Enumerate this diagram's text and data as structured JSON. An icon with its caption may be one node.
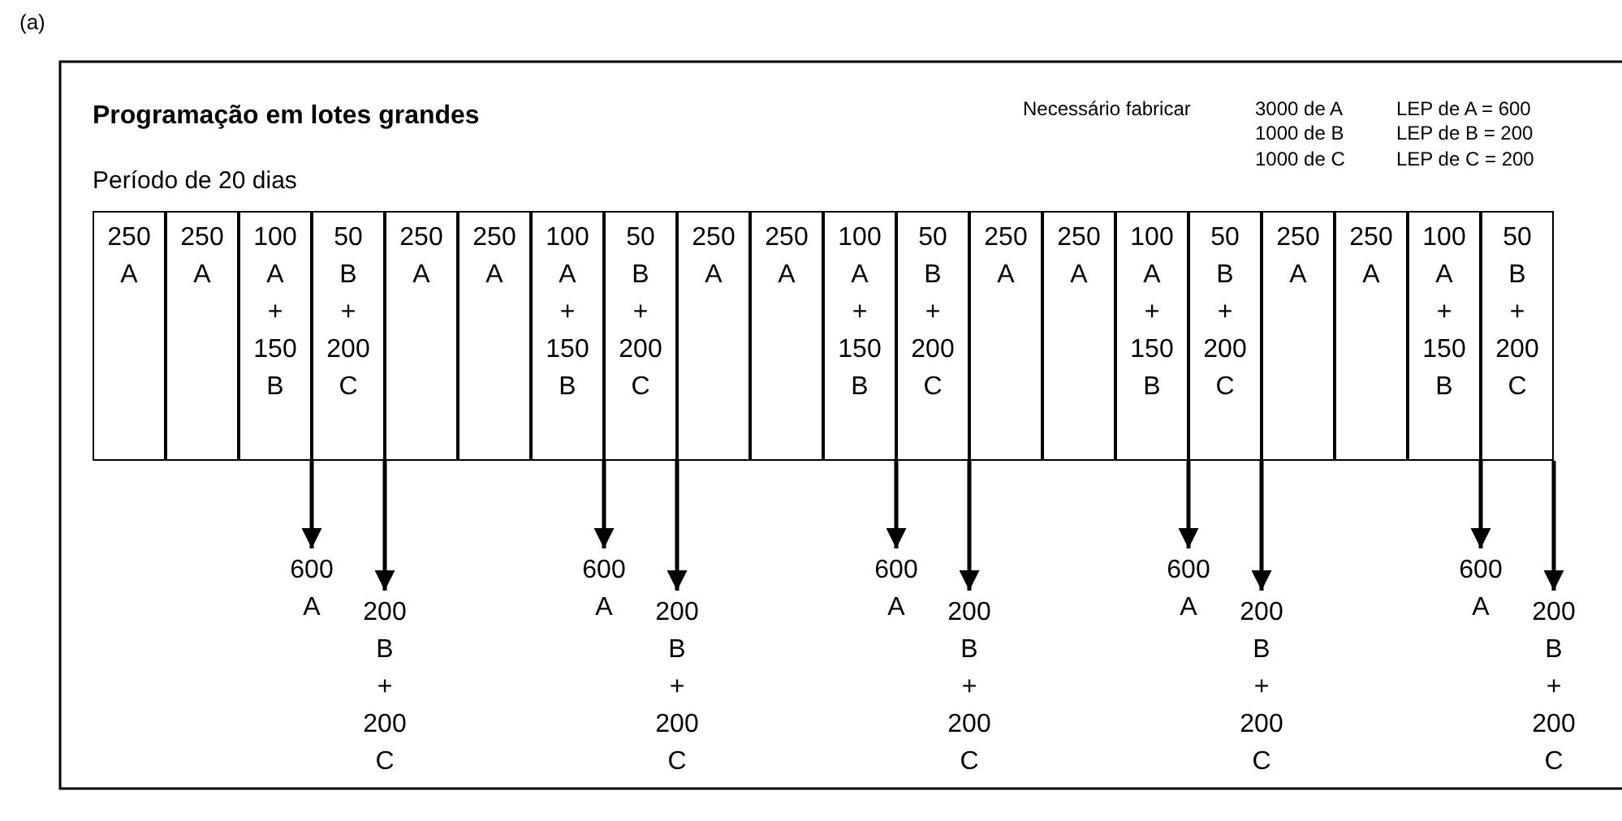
{
  "diagram": {
    "title": "Programação em lotes grandes",
    "nodes": [
      {
        "text": [
          "250 A"
        ]
      },
      {
        "text": [
          "250 A"
        ]
      },
      {
        "text": [
          "100 A + 150 B"
        ]
      },
      {
        "text": [
          "50 B + 200 C"
        ]
      },
      {
        "text": [
          "250 A"
        ]
      },
      {
        "text": [
          "250 A"
        ]
      },
      {
        "text": [
          "100 A + 150 B"
        ]
      },
      {
        "text": [
          "50 B + 200 C"
        ]
      },
      {
        "text": [
          "250 A"
        ]
      },
      {
        "text": [
          "250 A"
        ]
      },
      {
        "text": [
          "100 A + 150 B"
        ]
      },
      {
        "text": [
          "50 B + 200 C"
        ]
      },
      {
        "text": [
          "250 A"
        ]
      },
      {
        "text": [
          "250 A"
        ]
      },
      {
        "text": [
          "100 A + 150 B"
        ]
      },
      {
        "text": [
          "50 B + 200 C"
        ]
      },
      {
        "text": [
          "250 A"
        ]
      },
      {
        "text": [
          "250 A"
        ]
      },
      {
        "text": [
          "100 A + 150 B"
        ]
      },
      {
        "text": [
          "50 B + 200 C"
        ]
      },
      {
        "text": [
          "600 A"
        ]
      },
      {
        "text": [
          "200 B + 200 C"
        ]
      },
      {
        "text": [
          "600 A"
        ]
      },
      {
        "text": [
          "200 B + 200 C"
        ]
      },
      {
        "text": [
          "600 A"
        ]
      },
      {
        "text": [
          "200 B + 200 C"
        ]
      },
      {
        "text": [
          "600 A"
        ]
      },
      {
        "text": [
          "200 B + 200 C"
        ]
      },
      {
        "text": [
          "600 A"
        ]
      },
      {
        "text": [
          "200 B + 200 C"
        ]
      }
    ],
    "edges": [
      {
        "from": 2,
        "to": 20,
        "arrow": "to"
      },
      {
        "from": 3,
        "to": 21,
        "arrow": "to"
      },
      {
        "from": 6,
        "to": 22,
        "arrow": "to"
      },
      {
        "from": 7,
        "to": 23,
        "arrow": "to"
      },
      {
        "from": 10,
        "to": 24,
        "arrow": "to"
      },
      {
        "from": 11,
        "to": 25,
        "arrow": "to"
      },
      {
        "from": 14,
        "to": 26,
        "arrow": "to"
      },
      {
        "from": 15,
        "to": 27,
        "arrow": "to"
      },
      {
        "from": 18,
        "to": 28,
        "arrow": "to"
      },
      {
        "from": 19,
        "to": 29,
        "arrow": "to"
      }
    ],
    "labels": [
      "(a)",
      "Necessário fabricar",
      "3000 de A",
      "LEP de A = 600",
      "1000 de B",
      "LEP de B = 200",
      "1000 de C",
      "LEP de C = 200",
      "Período de 20 dias"
    ]
  }
}
